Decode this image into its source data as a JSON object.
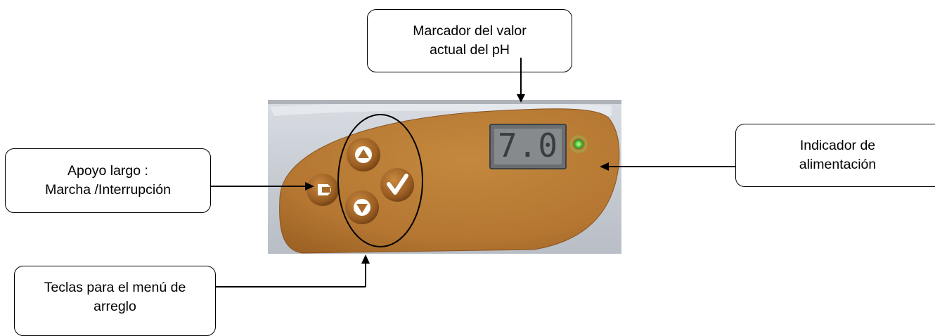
{
  "callouts": {
    "display": {
      "line1": "Marcador del valor",
      "line2": "actual del pH"
    },
    "power": {
      "line1": "Indicador de",
      "line2": "alimentación"
    },
    "onoff": {
      "line1": "Apoyo largo :",
      "line2": "Marcha /Interrupción"
    },
    "keys": {
      "line1": "Teclas para el menú de",
      "line2": "arreglo"
    }
  },
  "device": {
    "display_value": "7.0",
    "panel_color": "#b87a33",
    "led_color": "#5fd44a",
    "buttons": [
      {
        "icon": "back-icon"
      },
      {
        "icon": "up-arrow-icon"
      },
      {
        "icon": "check-icon"
      },
      {
        "icon": "down-arrow-icon"
      }
    ]
  }
}
